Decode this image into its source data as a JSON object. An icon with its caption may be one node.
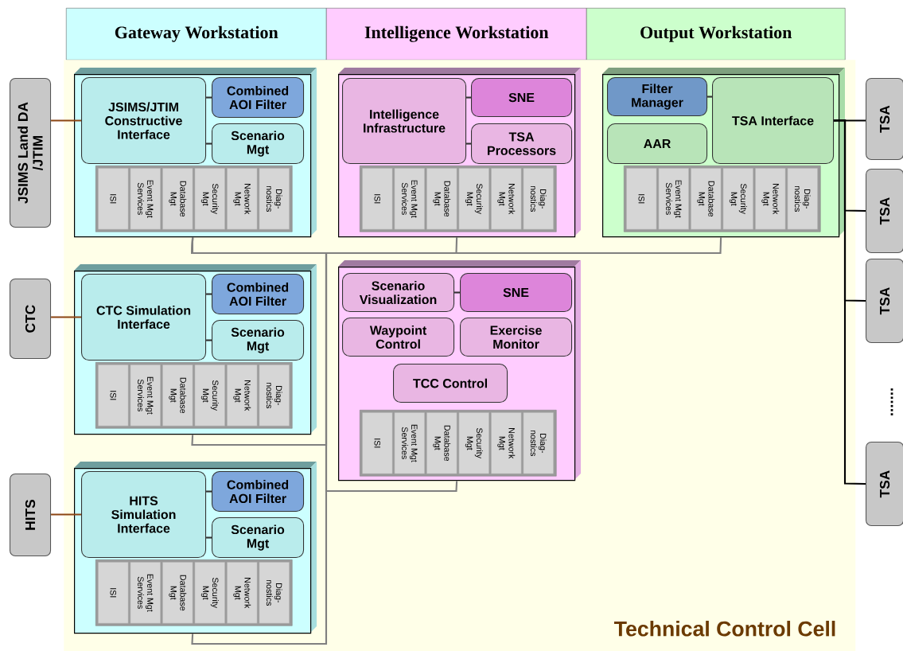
{
  "diagram": {
    "nodes": [
      {
        "text": [
          "Gateway Workstation"
        ]
      },
      {
        "text": [
          "Intelligence Workstation"
        ]
      },
      {
        "text": [
          "Output Workstation"
        ]
      },
      {
        "text": [
          "Technical Control Cell"
        ]
      },
      {
        "text": [
          "JSIMS Land DA /JTIM"
        ]
      },
      {
        "text": [],
        "shape": "box",
        "in": 3
      },
      {
        "text": [
          "JSIMS/JTIM Constructive Interface"
        ],
        "in": 5
      },
      {
        "text": [
          "Combined AOI Filter"
        ],
        "in": 5
      },
      {
        "text": [
          "Scenario Mgt"
        ],
        "in": 5
      },
      {
        "text": [],
        "shape": "box",
        "in": 5
      },
      {
        "text": [
          "ISI"
        ],
        "in": 9
      },
      {
        "text": [
          "Event Mgt Services"
        ],
        "in": 9
      },
      {
        "text": [
          "Database Mgt"
        ],
        "in": 9
      },
      {
        "text": [
          "Security Mgt"
        ],
        "in": 9
      },
      {
        "text": [
          "Network Mgt"
        ],
        "in": 9
      },
      {
        "text": [
          "Diag- nostics"
        ],
        "in": 9
      },
      {
        "text": [],
        "shape": "box",
        "in": 3
      },
      {
        "text": [
          "Intelligence Infrastructure"
        ],
        "in": 16
      },
      {
        "text": [
          "SNE"
        ],
        "in": 16
      },
      {
        "text": [
          "TSA Processors"
        ],
        "in": 16
      },
      {
        "text": [],
        "shape": "box",
        "in": 16
      },
      {
        "text": [
          "ISI"
        ],
        "in": 20
      },
      {
        "text": [
          "Event Mgt Services"
        ],
        "in": 20
      },
      {
        "text": [
          "Database Mgt"
        ],
        "in": 20
      },
      {
        "text": [
          "Security Mgt"
        ],
        "in": 20
      },
      {
        "text": [
          "Network Mgt"
        ],
        "in": 20
      },
      {
        "text": [
          "Diag- nostics"
        ],
        "in": 20
      },
      {
        "text": [],
        "shape": "box",
        "in": 3
      },
      {
        "text": [
          "Filter Manager"
        ],
        "in": 27
      },
      {
        "text": [
          "TSA Interface"
        ],
        "in": 27
      },
      {
        "text": [
          "AAR"
        ],
        "in": 27
      },
      {
        "text": [],
        "shape": "box",
        "in": 27
      },
      {
        "text": [
          "ISI"
        ],
        "in": 31
      },
      {
        "text": [
          "Event Mgt Services"
        ],
        "in": 31
      },
      {
        "text": [
          "Database Mgt"
        ],
        "in": 31
      },
      {
        "text": [
          "Security Mgt"
        ],
        "in": 31
      },
      {
        "text": [
          "Network Mgt"
        ],
        "in": 31
      },
      {
        "text": [
          "Diag- nostics"
        ],
        "in": 31
      },
      {
        "text": [
          "CTC"
        ]
      },
      {
        "text": [],
        "shape": "box",
        "in": 3
      },
      {
        "text": [
          "CTC Simulation Interface"
        ],
        "in": 39
      },
      {
        "text": [
          "Combined AOI Filter"
        ],
        "in": 39
      },
      {
        "text": [
          "Scenario Mgt"
        ],
        "in": 39
      },
      {
        "text": [],
        "shape": "box",
        "in": 39
      },
      {
        "text": [
          "ISI"
        ],
        "in": 43
      },
      {
        "text": [
          "Event Mgt Services"
        ],
        "in": 43
      },
      {
        "text": [
          "Database Mgt"
        ],
        "in": 43
      },
      {
        "text": [
          "Security Mgt"
        ],
        "in": 43
      },
      {
        "text": [
          "Network Mgt"
        ],
        "in": 43
      },
      {
        "text": [
          "Diag- nostics"
        ],
        "in": 43
      },
      {
        "text": [],
        "shape": "box",
        "in": 3
      },
      {
        "text": [
          "Scenario Visualization"
        ],
        "in": 50
      },
      {
        "text": [
          "SNE"
        ],
        "in": 50
      },
      {
        "text": [
          "Waypoint Control"
        ],
        "in": 50
      },
      {
        "text": [
          "Exercise Monitor"
        ],
        "in": 50
      },
      {
        "text": [
          "TCC Control"
        ],
        "in": 50
      },
      {
        "text": [],
        "shape": "box",
        "in": 50
      },
      {
        "text": [
          "ISI"
        ],
        "in": 56
      },
      {
        "text": [
          "Event Mgt Services"
        ],
        "in": 56
      },
      {
        "text": [
          "Database Mgt"
        ],
        "in": 56
      },
      {
        "text": [
          "Security Mgt"
        ],
        "in": 56
      },
      {
        "text": [
          "Network Mgt"
        ],
        "in": 56
      },
      {
        "text": [
          "Diag- nostics"
        ],
        "in": 56
      },
      {
        "text": [
          "HITS"
        ]
      },
      {
        "text": [],
        "shape": "box",
        "in": 3
      },
      {
        "text": [
          "HITS Simulation Interface"
        ],
        "in": 64
      },
      {
        "text": [
          "Combined AOI Filter"
        ],
        "in": 64
      },
      {
        "text": [
          "Scenario Mgt"
        ],
        "in": 64
      },
      {
        "text": [],
        "shape": "box",
        "in": 64
      },
      {
        "text": [
          "ISI"
        ],
        "in": 68
      },
      {
        "text": [
          "Event Mgt Services"
        ],
        "in": 68
      },
      {
        "text": [
          "Database Mgt"
        ],
        "in": 68
      },
      {
        "text": [
          "Security Mgt"
        ],
        "in": 68
      },
      {
        "text": [
          "Network Mgt"
        ],
        "in": 68
      },
      {
        "text": [
          "Diag- nostics"
        ],
        "in": 68
      },
      {
        "text": [
          "TSA"
        ]
      },
      {
        "text": [
          "TSA"
        ]
      },
      {
        "text": [
          "TSA"
        ]
      },
      {
        "text": [
          "TSA"
        ]
      }
    ],
    "edges": [
      {
        "from": 4,
        "to": 6,
        "arrow": "none",
        "color": "#8b4513"
      },
      {
        "from": 6,
        "to": 7,
        "arrow": "none"
      },
      {
        "from": 6,
        "to": 8,
        "arrow": "none"
      },
      {
        "from": 17,
        "to": 18,
        "arrow": "none"
      },
      {
        "from": 17,
        "to": 19,
        "arrow": "none"
      },
      {
        "from": 28,
        "to": 29,
        "arrow": "none"
      },
      {
        "from": 29,
        "to": 75,
        "arrow": "none",
        "color": "#000000"
      },
      {
        "from": 29,
        "to": 76,
        "arrow": "none",
        "color": "#000000"
      },
      {
        "from": 29,
        "to": 77,
        "arrow": "none",
        "color": "#000000"
      },
      {
        "from": 29,
        "to": 78,
        "arrow": "none",
        "color": "#000000"
      },
      {
        "from": 5,
        "to": 16,
        "arrow": "none",
        "color": "#808080"
      },
      {
        "from": 5,
        "to": 27,
        "arrow": "none",
        "color": "#808080"
      },
      {
        "from": 38,
        "to": 40,
        "arrow": "none",
        "color": "#8b4513"
      },
      {
        "from": 40,
        "to": 41,
        "arrow": "none"
      },
      {
        "from": 40,
        "to": 42,
        "arrow": "none"
      },
      {
        "from": 5,
        "to": 39,
        "arrow": "none",
        "color": "#808080"
      },
      {
        "from": 51,
        "to": 52,
        "arrow": "none"
      },
      {
        "from": 5,
        "to": 50,
        "arrow": "none",
        "color": "#808080"
      },
      {
        "from": 63,
        "to": 65,
        "arrow": "none",
        "color": "#8b4513"
      },
      {
        "from": 65,
        "to": 66,
        "arrow": "none"
      },
      {
        "from": 65,
        "to": 67,
        "arrow": "none"
      },
      {
        "from": 5,
        "to": 64,
        "arrow": "none",
        "color": "#808080"
      }
    ],
    "labels": [
      "......."
    ]
  }
}
